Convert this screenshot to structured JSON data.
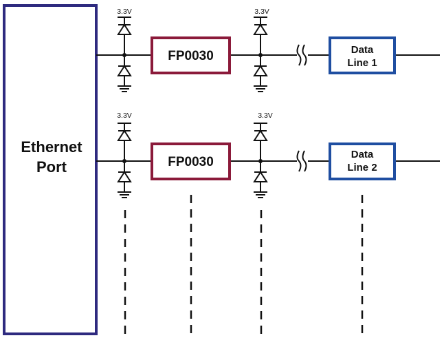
{
  "ethernet_port": {
    "line1": "Ethernet",
    "line2": "Port",
    "border_color": "#2e2a7f"
  },
  "protector_color": "#8b1a3a",
  "data_line_color": "#1f4ea1",
  "channels": [
    {
      "supply_left": "3.3V",
      "supply_right": "3.3V",
      "protector_label": "FP0030",
      "data_label_line1": "Data",
      "data_label_line2": "Line 1"
    },
    {
      "supply_left": "3.3V",
      "supply_right": "3.3V",
      "protector_label": "FP0030",
      "data_label_line1": "Data",
      "data_label_line2": "Line 2"
    }
  ],
  "icons": [
    "diode-icon",
    "ground-icon",
    "line-break-icon"
  ]
}
